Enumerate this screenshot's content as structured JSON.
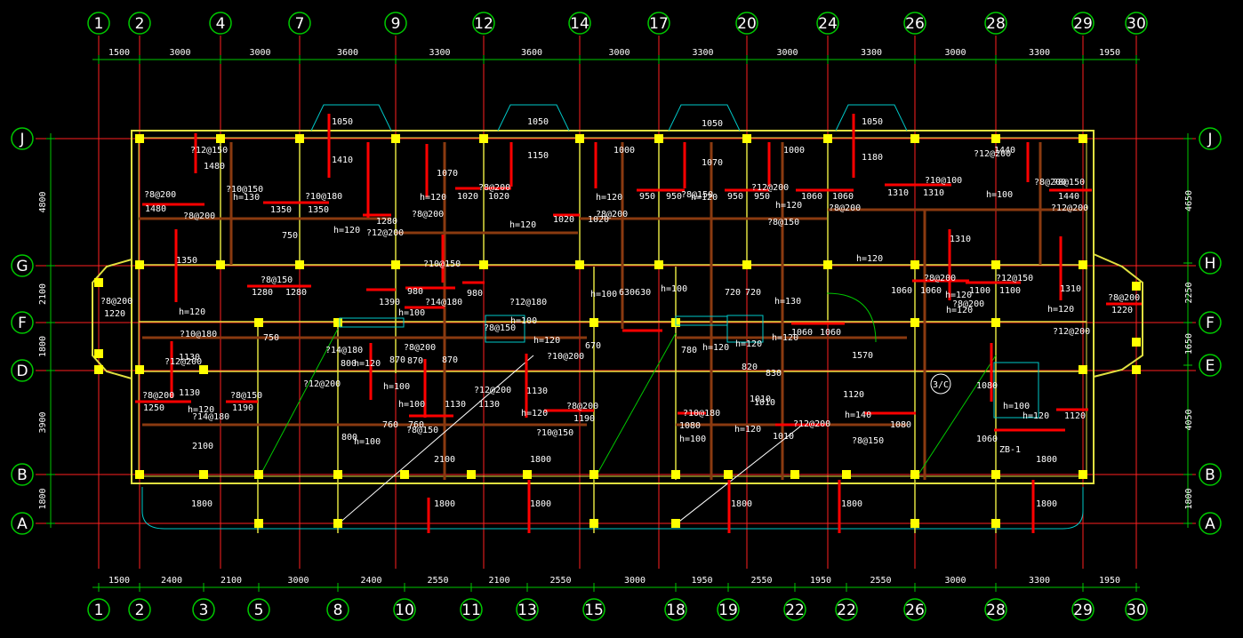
{
  "colors": {
    "background": "#000000",
    "axis_line": "#ff2020",
    "grid_bubble": "#00c800",
    "dim_line": "#00c800",
    "wall": "#e0e040",
    "column": "#ffff00",
    "beam": "#8a3a10",
    "rebar_mark": "#ff0000",
    "cyan_outline": "#00c8c8",
    "text": "#ffffff"
  },
  "top_axes": [
    "1",
    "2",
    "4",
    "7",
    "9",
    "12",
    "14",
    "17",
    "20",
    "24",
    "26",
    "28",
    "29",
    "30"
  ],
  "top_dims": [
    "1500",
    "3000",
    "3000",
    "3600",
    "3300",
    "3600",
    "3000",
    "3300",
    "3000",
    "3300",
    "3000",
    "3300",
    "1950"
  ],
  "bottom_axes": [
    "1",
    "2",
    "3",
    "5",
    "8",
    "10",
    "11",
    "13",
    "15",
    "18",
    "19",
    "22",
    "22",
    "26",
    "28",
    "29",
    "30"
  ],
  "bottom_dims": [
    "1500",
    "2400",
    "2100",
    "3000",
    "2400",
    "2550",
    "2100",
    "2550",
    "3000",
    "1950",
    "2550",
    "1950",
    "2550",
    "3000",
    "3300",
    "1950"
  ],
  "left_axes": [
    "J",
    "G",
    "F",
    "D",
    "B",
    "A"
  ],
  "left_dims": [
    "4800",
    "2100",
    "1800",
    "3900",
    "1800"
  ],
  "right_axes": [
    "J",
    "H",
    "F",
    "E",
    "B",
    "A"
  ],
  "right_dims": [
    "4650",
    "2250",
    "1650",
    "4050",
    "1800"
  ],
  "labels": {
    "slab_h": [
      "h=120",
      "h=130",
      "h=120",
      "h=120",
      "h=120",
      "h=120",
      "h=120",
      "h=100",
      "h=120",
      "h=120",
      "h=120",
      "h=100",
      "h=120",
      "h=100",
      "h=120",
      "h=100",
      "h=100",
      "h=120",
      "h=120",
      "h=120",
      "h=140",
      "h=120",
      "h=100",
      "h=100",
      "h=120",
      "h=100",
      "h=120",
      "h=120",
      "h=120",
      "h=130",
      "h=120",
      "h=100",
      "h=100"
    ],
    "rebar": [
      "?8@200",
      "?10@150",
      "?8@200",
      "?10@180",
      "?12@150",
      "?8@150",
      "?12@200",
      "?8@200",
      "?10@150",
      "?14@180",
      "?8@200",
      "?8@150",
      "?12@180",
      "?10@200",
      "?8@200",
      "?8@150",
      "?12@200",
      "?8@150",
      "?8@200",
      "?10@100",
      "?12@200",
      "?8@200",
      "?8@150",
      "?12@200",
      "?8@200",
      "?12@150",
      "?8@200",
      "?12@200",
      "?8@200",
      "?8@200",
      "?10@180",
      "?12@200",
      "?8@200",
      "?8@150",
      "?14@180",
      "?12@200",
      "?14@180",
      "?8@200",
      "?8@150",
      "?12@200",
      "?10@150",
      "?8@200",
      "?10@180",
      "?12@200",
      "?8@150"
    ],
    "lengths": [
      "1480",
      "1480",
      "1350",
      "1350",
      "1350",
      "1280",
      "1280",
      "1220",
      "1250",
      "1130",
      "1130",
      "1190",
      "2100",
      "1800",
      "750",
      "750",
      "1410",
      "1050",
      "1390",
      "1280",
      "980",
      "980",
      "1070",
      "1020",
      "1020",
      "1150",
      "1050",
      "1020",
      "1020",
      "1000",
      "950",
      "950",
      "1070",
      "1050",
      "950",
      "950",
      "1000",
      "1060",
      "1060",
      "1180",
      "1050",
      "1310",
      "1310",
      "1440",
      "1440",
      "1310",
      "1060",
      "1060",
      "1100",
      "1100",
      "1310",
      "1220",
      "1060",
      "1060",
      "1570",
      "1120",
      "1080",
      "1010",
      "1010",
      "1080",
      "1060",
      "1120",
      "1190",
      "1130",
      "1130",
      "760",
      "760",
      "800",
      "800",
      "870",
      "870",
      "870",
      "1130",
      "670",
      "630630",
      "720",
      "720",
      "780",
      "820",
      "830",
      "1010",
      "1080",
      "2100",
      "1800",
      "1800",
      "1800",
      "1800",
      "1800",
      "1800",
      "1800",
      "2100"
    ],
    "special": [
      "3/C",
      "ZB-1"
    ]
  }
}
